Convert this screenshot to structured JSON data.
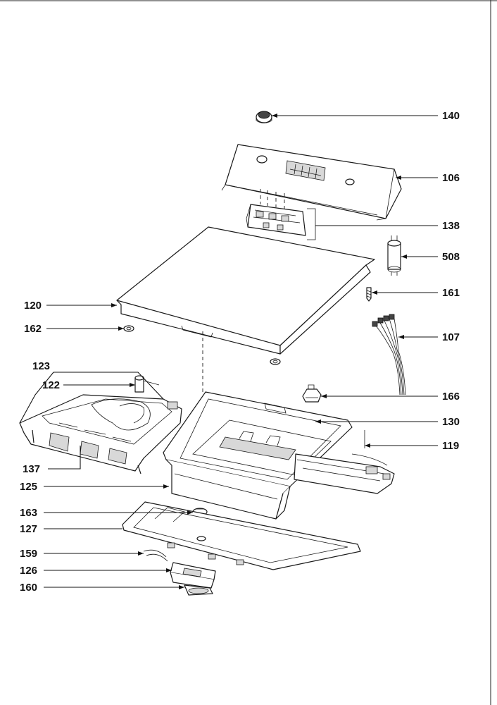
{
  "callouts": [
    {
      "id": "140",
      "label": "140"
    },
    {
      "id": "106",
      "label": "106"
    },
    {
      "id": "138",
      "label": "138"
    },
    {
      "id": "508",
      "label": "508"
    },
    {
      "id": "161",
      "label": "161"
    },
    {
      "id": "107",
      "label": "107"
    },
    {
      "id": "166",
      "label": "166"
    },
    {
      "id": "130",
      "label": "130"
    },
    {
      "id": "119",
      "label": "119"
    },
    {
      "id": "120",
      "label": "120"
    },
    {
      "id": "162",
      "label": "162"
    },
    {
      "id": "123",
      "label": "123"
    },
    {
      "id": "122",
      "label": "122"
    },
    {
      "id": "137",
      "label": "137"
    },
    {
      "id": "125",
      "label": "125"
    },
    {
      "id": "163",
      "label": "163"
    },
    {
      "id": "127",
      "label": "127"
    },
    {
      "id": "159",
      "label": "159"
    },
    {
      "id": "126",
      "label": "126"
    },
    {
      "id": "160",
      "label": "160"
    }
  ],
  "colors": {
    "ink": "#111111",
    "background": "#ffffff"
  }
}
